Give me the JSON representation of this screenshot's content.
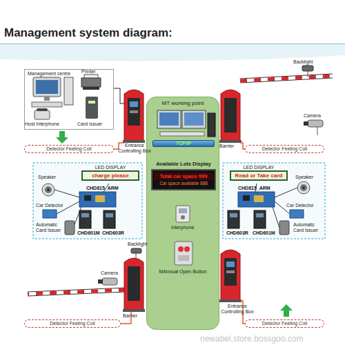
{
  "diagram": {
    "title": "Management system diagram:",
    "nodes": [
      {
        "text": [
          "Management centre"
        ]
      },
      {
        "text": [
          "MT working point"
        ]
      },
      {
        "text": [
          "TCP/IP"
        ],
        "in": 1
      },
      {
        "text": [
          "Detector Feeling Coil"
        ]
      },
      {
        "text": [
          "Detector Feeling Coil"
        ]
      },
      {
        "text": [
          "LED DISPLAY",
          "charge please"
        ]
      },
      {
        "text": [
          "Available Lots Display",
          "Total car space 999",
          "Car space available 888"
        ],
        "in": 1
      },
      {
        "text": [
          "LED DISPLAY",
          "Read or Take card"
        ]
      },
      {
        "text": [
          "Detector Feeling Coil"
        ]
      },
      {
        "text": [
          "Detector Feeling Coil"
        ]
      }
    ],
    "labels": [
      "Backlight",
      "Printer",
      "Camera",
      "Card Issuer",
      "Host Interphone",
      "Entrance Controlling Box",
      "Barrier",
      "Speaker",
      "Speaker",
      "CHD815_ARM",
      "CHD815_ARM",
      "Car Detector",
      "Car Detector",
      "Automatic Card Issuer",
      "Automatic Card Issuer",
      "CHD601M",
      "CHD603R",
      "CHD603R",
      "CHD601M",
      "Interphone",
      "Backlight",
      "Camera",
      "MAnnual Open Button",
      "Barrier",
      "Entrance Controlling Box",
      "newabel.store.bossgoo.com"
    ]
  }
}
